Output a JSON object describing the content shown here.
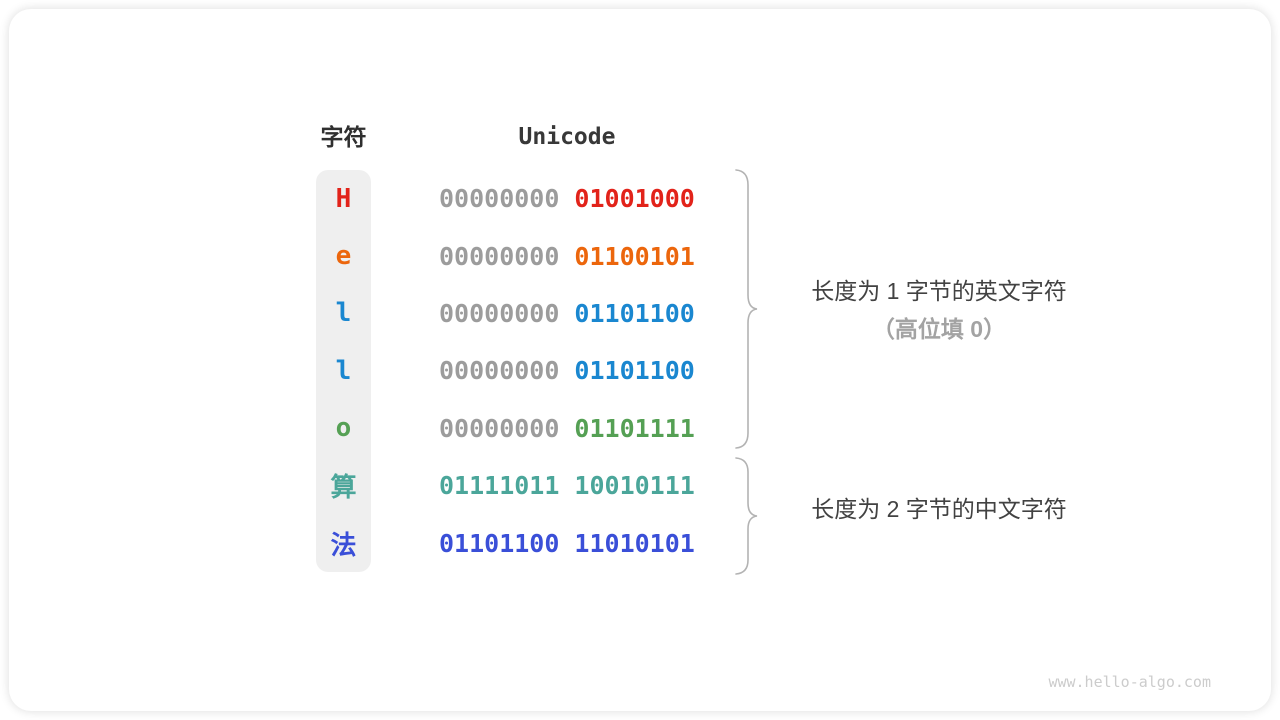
{
  "table": {
    "headers": {
      "char": "字符",
      "unicode": "Unicode"
    },
    "rows": [
      {
        "char": "H",
        "char_color": "#e2231a",
        "byte1": "00000000",
        "byte1_color": "#9c9c9c",
        "byte2": "01001000",
        "byte2_color": "#e2231a"
      },
      {
        "char": "e",
        "char_color": "#ec660c",
        "byte1": "00000000",
        "byte1_color": "#9c9c9c",
        "byte2": "01100101",
        "byte2_color": "#ec660c"
      },
      {
        "char": "l",
        "char_color": "#1a87d0",
        "byte1": "00000000",
        "byte1_color": "#9c9c9c",
        "byte2": "01101100",
        "byte2_color": "#1a87d0"
      },
      {
        "char": "l",
        "char_color": "#1a87d0",
        "byte1": "00000000",
        "byte1_color": "#9c9c9c",
        "byte2": "01101100",
        "byte2_color": "#1a87d0"
      },
      {
        "char": "o",
        "char_color": "#55a054",
        "byte1": "00000000",
        "byte1_color": "#9c9c9c",
        "byte2": "01101111",
        "byte2_color": "#55a054"
      },
      {
        "char": "算",
        "char_color": "#4ba69a",
        "byte1": "01111011",
        "byte1_color": "#4ba69a",
        "byte2": "10010111",
        "byte2_color": "#4ba69a"
      },
      {
        "char": "法",
        "char_color": "#3a4fd8",
        "byte1": "01101100",
        "byte1_color": "#3a4fd8",
        "byte2": "11010101",
        "byte2_color": "#3a4fd8"
      }
    ]
  },
  "annotations": {
    "group1": {
      "line1": "长度为 1 字节的英文字符",
      "line2": "（高位填 0）"
    },
    "group2": {
      "line1": "长度为 2 字节的中文字符"
    }
  },
  "colors": {
    "char_column_bg": "#efefef",
    "brace_stroke": "#b3b3b3",
    "leading_zero_gray": "#9c9c9c"
  },
  "watermark": "www.hello-algo.com"
}
